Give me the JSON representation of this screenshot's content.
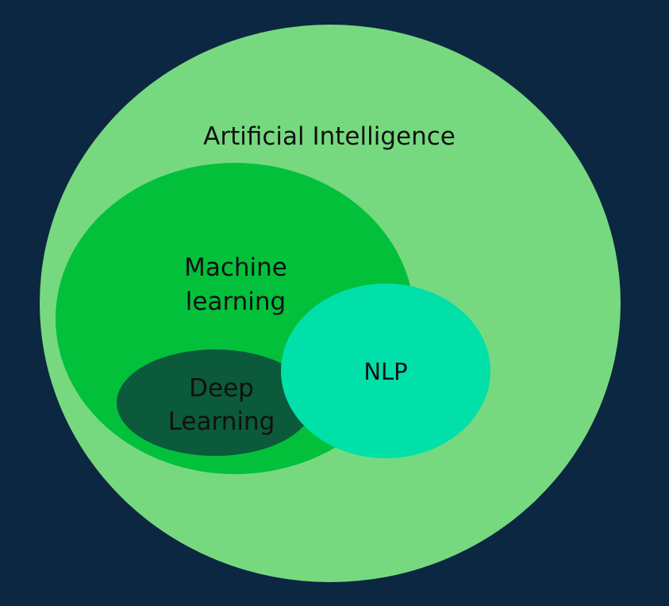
{
  "title": "AI subfields Venn diagram",
  "sets": {
    "ai": {
      "label": "Artificial Intelligence",
      "color": "#77d97f"
    },
    "ml": {
      "label_line1": "Machine",
      "label_line2": "learning",
      "color": "#03c03b"
    },
    "dl": {
      "label_line1": "Deep",
      "label_line2": "Learning",
      "color": "#0b5a3b"
    },
    "nlp": {
      "label": "NLP",
      "color": "#00e0a8"
    }
  },
  "background": "#0c2741"
}
